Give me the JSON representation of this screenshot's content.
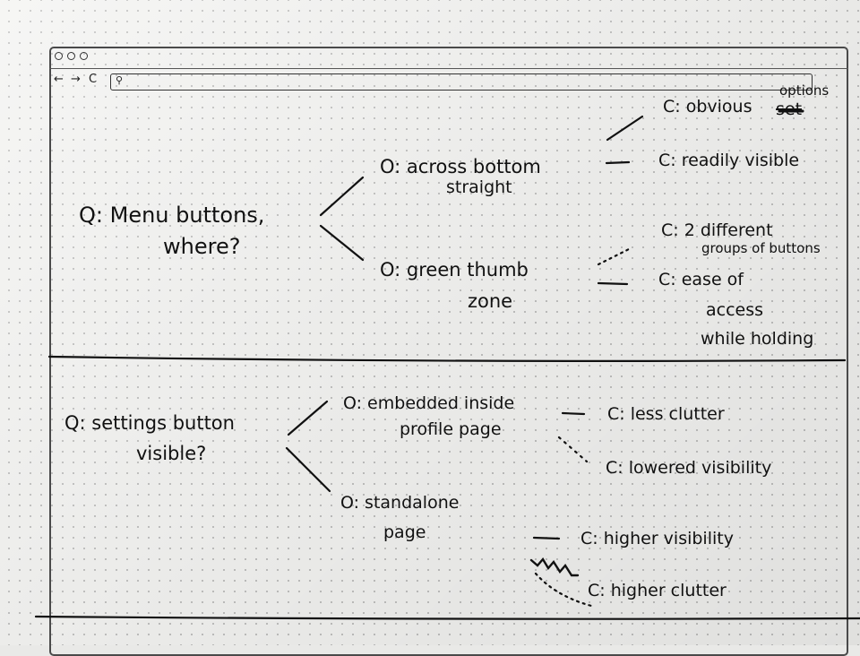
{
  "section1": {
    "question_line1": "Q: Menu buttons,",
    "question_line2": "where?",
    "option1_line1": "O: across bottom",
    "option1_line2": "straight",
    "option2_line1": "O: green thumb",
    "option2_line2": "zone",
    "criteria1_prefix": "C: obvious",
    "criteria1_struck": "set",
    "criteria1_correction": "options",
    "criteria2": "C: readily visible",
    "criteria3_line1": "C: 2 different",
    "criteria3_line2": "groups of buttons",
    "criteria4_line1": "C: ease of",
    "criteria4_line2": "access",
    "criteria4_line3": "while holding"
  },
  "section2": {
    "question_line1": "Q: settings button",
    "question_line2": "visible?",
    "option1_line1": "O: embedded inside",
    "option1_line2": "profile page",
    "option2_line1": "O: standalone",
    "option2_line2": "page",
    "criteria1": "C: less clutter",
    "criteria2": "C: lowered visibility",
    "criteria3": "C: higher visibility",
    "criteria4": "C: higher clutter"
  },
  "colors": {
    "ink": "#111111",
    "paper": "#f3f3f1",
    "frame": "#4a4a4a"
  },
  "icons": {
    "window_controls": "three-circles",
    "back": "back-arrow-icon",
    "forward": "forward-arrow-icon",
    "reload": "reload-icon",
    "search": "search-icon"
  }
}
